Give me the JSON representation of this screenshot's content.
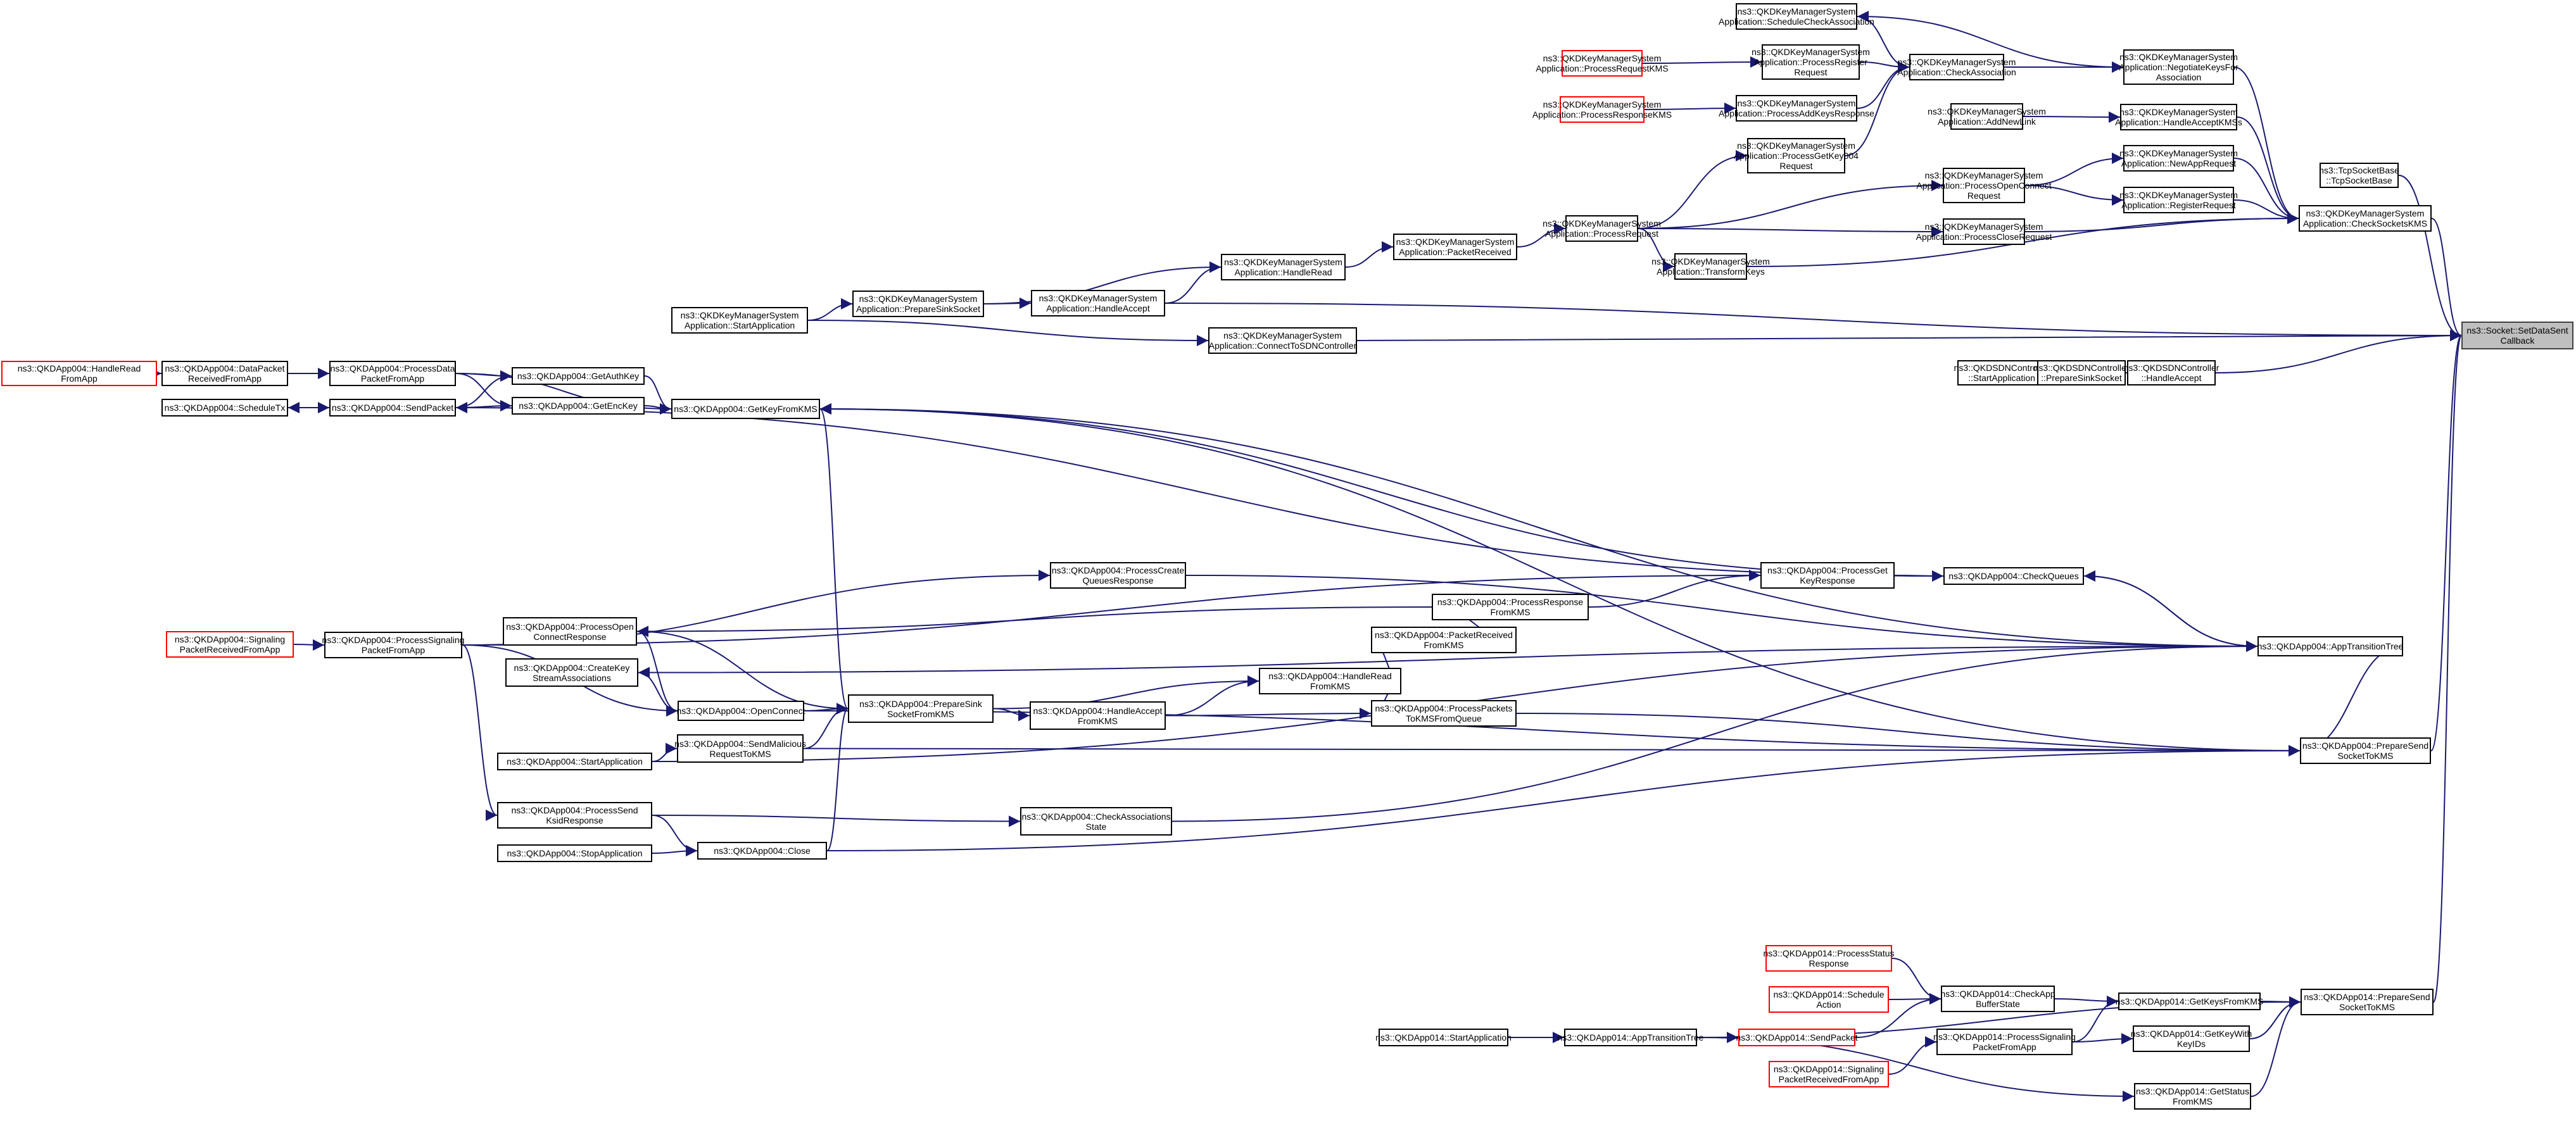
{
  "diagram": {
    "type": "call-graph",
    "title": "Caller graph of ns3::Socket::SetDataSentCallback",
    "edge_color": "#191970",
    "legend": {
      "root_fill": "#bfbfbf",
      "truncated_border": "#ff0000",
      "normal_border": "#000000"
    },
    "nodes": [
      {
        "id": "root",
        "label": "ns3::Socket::SetDataSent\nCallback",
        "style": "root"
      },
      {
        "id": "tcpbase",
        "label": "ns3::TcpSocketBase\n::TcpSocketBase",
        "style": "normal"
      },
      {
        "id": "checksockets",
        "label": "ns3::QKDKeyManagerSystem\nApplication::CheckSocketsKMS",
        "style": "normal"
      },
      {
        "id": "negotiate",
        "label": "ns3::QKDKeyManagerSystem\nApplication::NegotiateKeysFor\nAssociation",
        "style": "normal"
      },
      {
        "id": "handleacceptkmss",
        "label": "ns3::QKDKeyManagerSystem\nApplication::HandleAcceptKMSs",
        "style": "normal"
      },
      {
        "id": "newapp",
        "label": "ns3::QKDKeyManagerSystem\nApplication::NewAppRequest",
        "style": "normal"
      },
      {
        "id": "registerreq",
        "label": "ns3::QKDKeyManagerSystem\nApplication::RegisterRequest",
        "style": "normal"
      },
      {
        "id": "schedcheck",
        "label": "ns3::QKDKeyManagerSystem\nApplication::ScheduleCheckAssociation",
        "style": "normal"
      },
      {
        "id": "checkassoc",
        "label": "ns3::QKDKeyManagerSystem\nApplication::CheckAssociation",
        "style": "normal"
      },
      {
        "id": "procregister",
        "label": "ns3::QKDKeyManagerSystem\nApplication::ProcessRegister\nRequest",
        "style": "normal"
      },
      {
        "id": "procaddkeys",
        "label": "ns3::QKDKeyManagerSystem\nApplication::ProcessAddKeysResponse",
        "style": "normal"
      },
      {
        "id": "procgetkey004",
        "label": "ns3::QKDKeyManagerSystem\nApplication::ProcessGetKey004\nRequest",
        "style": "normal"
      },
      {
        "id": "procrequestkms",
        "label": "ns3::QKDKeyManagerSystem\nApplication::ProcessRequestKMS",
        "style": "red"
      },
      {
        "id": "procresponsekms",
        "label": "ns3::QKDKeyManagerSystem\nApplication::ProcessResponseKMS",
        "style": "red"
      },
      {
        "id": "addnewlink",
        "label": "ns3::QKDKeyManagerSystem\nApplication::AddNewLink",
        "style": "normal"
      },
      {
        "id": "procopenconnect",
        "label": "ns3::QKDKeyManagerSystem\nApplication::ProcessOpenConnect\nRequest",
        "style": "normal"
      },
      {
        "id": "proccloserequest",
        "label": "ns3::QKDKeyManagerSystem\nApplication::ProcessCloseRequest",
        "style": "normal"
      },
      {
        "id": "processrequest",
        "label": "ns3::QKDKeyManagerSystem\nApplication::ProcessRequest",
        "style": "normal"
      },
      {
        "id": "transformkeys",
        "label": "ns3::QKDKeyManagerSystem\nApplication::TransformKeys",
        "style": "normal"
      },
      {
        "id": "packetreceived",
        "label": "ns3::QKDKeyManagerSystem\nApplication::PacketReceived",
        "style": "normal"
      },
      {
        "id": "kmshandleread",
        "label": "ns3::QKDKeyManagerSystem\nApplication::HandleRead",
        "style": "normal"
      },
      {
        "id": "kmshandleaccept",
        "label": "ns3::QKDKeyManagerSystem\nApplication::HandleAccept",
        "style": "normal"
      },
      {
        "id": "kmspreparesink",
        "label": "ns3::QKDKeyManagerSystem\nApplication::PrepareSinkSocket",
        "style": "normal"
      },
      {
        "id": "kmsstart",
        "label": "ns3::QKDKeyManagerSystem\nApplication::StartApplication",
        "style": "normal"
      },
      {
        "id": "connectsdn",
        "label": "ns3::QKDKeyManagerSystem\nApplication::ConnectToSDNController",
        "style": "normal"
      },
      {
        "id": "sdnstart",
        "label": "ns3::QKDSDNController\n::StartApplication",
        "style": "normal"
      },
      {
        "id": "sdnpreparesink",
        "label": "ns3::QKDSDNController\n::PrepareSinkSocket",
        "style": "normal"
      },
      {
        "id": "sdnhandleaccept",
        "label": "ns3::QKDSDNController\n::HandleAccept",
        "style": "normal"
      },
      {
        "id": "a4handlereadfromapp",
        "label": "ns3::QKDApp004::HandleRead\nFromApp",
        "style": "red"
      },
      {
        "id": "a4datapacketrecv",
        "label": "ns3::QKDApp004::DataPacket\nReceivedFromApp",
        "style": "normal"
      },
      {
        "id": "a4processdatapacket",
        "label": "ns3::QKDApp004::ProcessData\nPacketFromApp",
        "style": "normal"
      },
      {
        "id": "a4getauthkey",
        "label": "ns3::QKDApp004::GetAuthKey",
        "style": "normal"
      },
      {
        "id": "a4getenckey",
        "label": "ns3::QKDApp004::GetEncKey",
        "style": "normal"
      },
      {
        "id": "a4scheduletx",
        "label": "ns3::QKDApp004::ScheduleTx",
        "style": "normal"
      },
      {
        "id": "a4sendpacket",
        "label": "ns3::QKDApp004::SendPacket",
        "style": "normal"
      },
      {
        "id": "a4getkeyfromkms",
        "label": "ns3::QKDApp004::GetKeyFromKMS",
        "style": "normal"
      },
      {
        "id": "a4processcreatequeues",
        "label": "ns3::QKDApp004::ProcessCreate\nQueuesResponse",
        "style": "normal"
      },
      {
        "id": "a4processgetkeyresp",
        "label": "ns3::QKDApp004::ProcessGet\nKeyResponse",
        "style": "normal"
      },
      {
        "id": "a4checkqueues",
        "label": "ns3::QKDApp004::CheckQueues",
        "style": "normal"
      },
      {
        "id": "a4processresponsefromkms",
        "label": "ns3::QKDApp004::ProcessResponse\nFromKMS",
        "style": "normal"
      },
      {
        "id": "a4signalingrecv",
        "label": "ns3::QKDApp004::Signaling\nPacketReceivedFromApp",
        "style": "red"
      },
      {
        "id": "a4processsignaling",
        "label": "ns3::QKDApp004::ProcessSignaling\nPacketFromApp",
        "style": "normal"
      },
      {
        "id": "a4processopenconnectresp",
        "label": "ns3::QKDApp004::ProcessOpen\nConnectResponse",
        "style": "normal"
      },
      {
        "id": "a4createkeystream",
        "label": "ns3::QKDApp004::CreateKey\nStreamAssociations",
        "style": "normal"
      },
      {
        "id": "a4packetreceivedfromkms",
        "label": "ns3::QKDApp004::PacketReceived\nFromKMS",
        "style": "normal"
      },
      {
        "id": "a4apptransition",
        "label": "ns3::QKDApp004::AppTransitionTree",
        "style": "normal"
      },
      {
        "id": "a4openconnect",
        "label": "ns3::QKDApp004::OpenConnect",
        "style": "normal"
      },
      {
        "id": "a4preparesink",
        "label": "ns3::QKDApp004::PrepareSink\nSocketFromKMS",
        "style": "normal"
      },
      {
        "id": "a4handlereadfromkms",
        "label": "ns3::QKDApp004::HandleRead\nFromKMS",
        "style": "normal"
      },
      {
        "id": "a4handleacceptfromkms",
        "label": "ns3::QKDApp004::HandleAccept\nFromKMS",
        "style": "normal"
      },
      {
        "id": "a4processpacketstokms",
        "label": "ns3::QKDApp004::ProcessPackets\nToKMSFromQueue",
        "style": "normal"
      },
      {
        "id": "a4sendmalicious",
        "label": "ns3::QKDApp004::SendMalicious\nRequestToKMS",
        "style": "normal"
      },
      {
        "id": "a4startapp",
        "label": "ns3::QKDApp004::StartApplication",
        "style": "normal"
      },
      {
        "id": "a4preparesend",
        "label": "ns3::QKDApp004::PrepareSend\nSocketToKMS",
        "style": "normal"
      },
      {
        "id": "a4processsendksid",
        "label": "ns3::QKDApp004::ProcessSend\nKsidResponse",
        "style": "normal"
      },
      {
        "id": "a4checkassocstate",
        "label": "ns3::QKDApp004::CheckAssociations\nState",
        "style": "normal"
      },
      {
        "id": "a4stopapp",
        "label": "ns3::QKDApp004::StopApplication",
        "style": "normal"
      },
      {
        "id": "a4close",
        "label": "ns3::QKDApp004::Close",
        "style": "normal"
      },
      {
        "id": "a14processstatus",
        "label": "ns3::QKDApp014::ProcessStatus\nResponse",
        "style": "red"
      },
      {
        "id": "a14scheduleaction",
        "label": "ns3::QKDApp014::Schedule\nAction",
        "style": "red"
      },
      {
        "id": "a14sendpacket",
        "label": "ns3::QKDApp014::SendPacket",
        "style": "red"
      },
      {
        "id": "a14signalingrecv",
        "label": "ns3::QKDApp014::Signaling\nPacketReceivedFromApp",
        "style": "red"
      },
      {
        "id": "a14startapp",
        "label": "ns3::QKDApp014::StartApplication",
        "style": "normal"
      },
      {
        "id": "a14apptransition",
        "label": "ns3::QKDApp014::AppTransitionTree",
        "style": "normal"
      },
      {
        "id": "a14checkbuffer",
        "label": "ns3::QKDApp014::CheckApp\nBufferState",
        "style": "normal"
      },
      {
        "id": "a14processsignaling",
        "label": "ns3::QKDApp014::ProcessSignaling\nPacketFromApp",
        "style": "normal"
      },
      {
        "id": "a14getkeysfromkms",
        "label": "ns3::QKDApp014::GetKeysFromKMS",
        "style": "normal"
      },
      {
        "id": "a14getkeywithids",
        "label": "ns3::QKDApp014::GetKeyWith\nKeyIDs",
        "style": "normal"
      },
      {
        "id": "a14getstatus",
        "label": "ns3::QKDApp014::GetStatus\nFromKMS",
        "style": "normal"
      },
      {
        "id": "a14preparesend",
        "label": "ns3::QKDApp014::PrepareSend\nSocketToKMS",
        "style": "normal"
      }
    ],
    "edges": [
      [
        "tcpbase",
        "root"
      ],
      [
        "checksockets",
        "root"
      ],
      [
        "kmshandleaccept",
        "root"
      ],
      [
        "connectsdn",
        "root"
      ],
      [
        "sdnhandleaccept",
        "root"
      ],
      [
        "a4preparesend",
        "root"
      ],
      [
        "a14preparesend",
        "root"
      ],
      [
        "negotiate",
        "checksockets"
      ],
      [
        "handleacceptkmss",
        "checksockets"
      ],
      [
        "newapp",
        "checksockets"
      ],
      [
        "registerreq",
        "checksockets"
      ],
      [
        "proccloserequest",
        "checksockets"
      ],
      [
        "transformkeys",
        "checksockets"
      ],
      [
        "checkassoc",
        "negotiate"
      ],
      [
        "negotiate",
        "schedcheck"
      ],
      [
        "schedcheck",
        "checkassoc"
      ],
      [
        "procregister",
        "checkassoc"
      ],
      [
        "procaddkeys",
        "checkassoc"
      ],
      [
        "procgetkey004",
        "checkassoc"
      ],
      [
        "procrequestkms",
        "procregister"
      ],
      [
        "procresponsekms",
        "procaddkeys"
      ],
      [
        "addnewlink",
        "handleacceptkmss"
      ],
      [
        "procopenconnect",
        "newapp"
      ],
      [
        "procopenconnect",
        "registerreq"
      ],
      [
        "processrequest",
        "procgetkey004"
      ],
      [
        "processrequest",
        "procopenconnect"
      ],
      [
        "processrequest",
        "proccloserequest"
      ],
      [
        "processrequest",
        "transformkeys"
      ],
      [
        "packetreceived",
        "processrequest"
      ],
      [
        "kmshandleread",
        "packetreceived"
      ],
      [
        "kmspreparesink",
        "kmshandleread"
      ],
      [
        "kmshandleaccept",
        "kmshandleread"
      ],
      [
        "kmspreparesink",
        "kmshandleaccept"
      ],
      [
        "kmsstart",
        "kmspreparesink"
      ],
      [
        "kmsstart",
        "connectsdn"
      ],
      [
        "sdnstart",
        "sdnpreparesink"
      ],
      [
        "sdnpreparesink",
        "sdnhandleaccept"
      ],
      [
        "a4handlereadfromapp",
        "a4datapacketrecv"
      ],
      [
        "a4datapacketrecv",
        "a4processdatapacket"
      ],
      [
        "a4processdatapacket",
        "a4getauthkey"
      ],
      [
        "a4processdatapacket",
        "a4getenckey"
      ],
      [
        "a4processdatapacket",
        "a4getkeyfromkms"
      ],
      [
        "a4sendpacket",
        "a4getauthkey"
      ],
      [
        "a4sendpacket",
        "a4getenckey"
      ],
      [
        "a4sendpacket",
        "a4scheduletx"
      ],
      [
        "a4scheduletx",
        "a4sendpacket"
      ],
      [
        "a4getauthkey",
        "a4getkeyfromkms"
      ],
      [
        "a4getenckey",
        "a4getkeyfromkms"
      ],
      [
        "a4getkeyfromkms",
        "a4preparesend"
      ],
      [
        "a4checkqueues",
        "a4getkeyfromkms"
      ],
      [
        "a4checkqueues",
        "a4sendpacket"
      ],
      [
        "a4apptransition",
        "a4getkeyfromkms"
      ],
      [
        "a4preparesink",
        "a4getkeyfromkms"
      ],
      [
        "a4processsignaling",
        "a4processcreatequeues"
      ],
      [
        "a4processsignaling",
        "a4processgetkeyresp"
      ],
      [
        "a4processcreatequeues",
        "a4apptransition"
      ],
      [
        "a4processgetkeyresp",
        "a4checkqueues"
      ],
      [
        "a4processresponsefromkms",
        "a4processgetkeyresp"
      ],
      [
        "a4processresponsefromkms",
        "a4processopenconnectresp"
      ],
      [
        "a4checkqueues",
        "a4apptransition"
      ],
      [
        "a4apptransition",
        "a4checkqueues"
      ],
      [
        "a4signalingrecv",
        "a4processsignaling"
      ],
      [
        "a4processsignaling",
        "a4openconnect"
      ],
      [
        "a4processsignaling",
        "a4processsendksid"
      ],
      [
        "a4processopenconnectresp",
        "a4openconnect"
      ],
      [
        "a4processopenconnectresp",
        "a4preparesink"
      ],
      [
        "a4apptransition",
        "a4createkeystream"
      ],
      [
        "a4createkeystream",
        "a4openconnect"
      ],
      [
        "a4openconnect",
        "a4preparesink"
      ],
      [
        "a4openconnect",
        "a4preparesend"
      ],
      [
        "a4preparesink",
        "a4handlereadfromkms"
      ],
      [
        "a4preparesink",
        "a4handleacceptfromkms"
      ],
      [
        "a4handleacceptfromkms",
        "a4handlereadfromkms"
      ],
      [
        "a4handleacceptfromkms",
        "a4processpacketstokms"
      ],
      [
        "a4handlereadfromkms",
        "a4packetreceivedfromkms"
      ],
      [
        "a4handlereadfromkms",
        "a4processpacketstokms"
      ],
      [
        "a4packetreceivedfromkms",
        "a4processresponsefromkms"
      ],
      [
        "a4processpacketstokms",
        "a4preparesend"
      ],
      [
        "a4startapp",
        "a4sendmalicious"
      ],
      [
        "a4startapp",
        "a4apptransition"
      ],
      [
        "a4sendmalicious",
        "a4preparesink"
      ],
      [
        "a4sendmalicious",
        "a4preparesend"
      ],
      [
        "a4processsendksid",
        "a4checkassocstate"
      ],
      [
        "a4processsendksid",
        "a4close"
      ],
      [
        "a4checkassocstate",
        "a4apptransition"
      ],
      [
        "a4stopapp",
        "a4close"
      ],
      [
        "a4close",
        "a4preparesink"
      ],
      [
        "a4close",
        "a4preparesend"
      ],
      [
        "a4apptransition",
        "a4preparesend"
      ],
      [
        "a14startapp",
        "a14apptransition"
      ],
      [
        "a14apptransition",
        "a14sendpacket"
      ],
      [
        "a14apptransition",
        "a14preparesend"
      ],
      [
        "a14apptransition",
        "a14getstatus"
      ],
      [
        "a14processstatus",
        "a14checkbuffer"
      ],
      [
        "a14scheduleaction",
        "a14checkbuffer"
      ],
      [
        "a14sendpacket",
        "a14checkbuffer"
      ],
      [
        "a14signalingrecv",
        "a14processsignaling"
      ],
      [
        "a14checkbuffer",
        "a14getkeysfromkms"
      ],
      [
        "a14processsignaling",
        "a14getkeysfromkms"
      ],
      [
        "a14processsignaling",
        "a14getkeywithids"
      ],
      [
        "a14getkeysfromkms",
        "a14preparesend"
      ],
      [
        "a14getkeywithids",
        "a14preparesend"
      ],
      [
        "a14getstatus",
        "a14preparesend"
      ]
    ]
  }
}
